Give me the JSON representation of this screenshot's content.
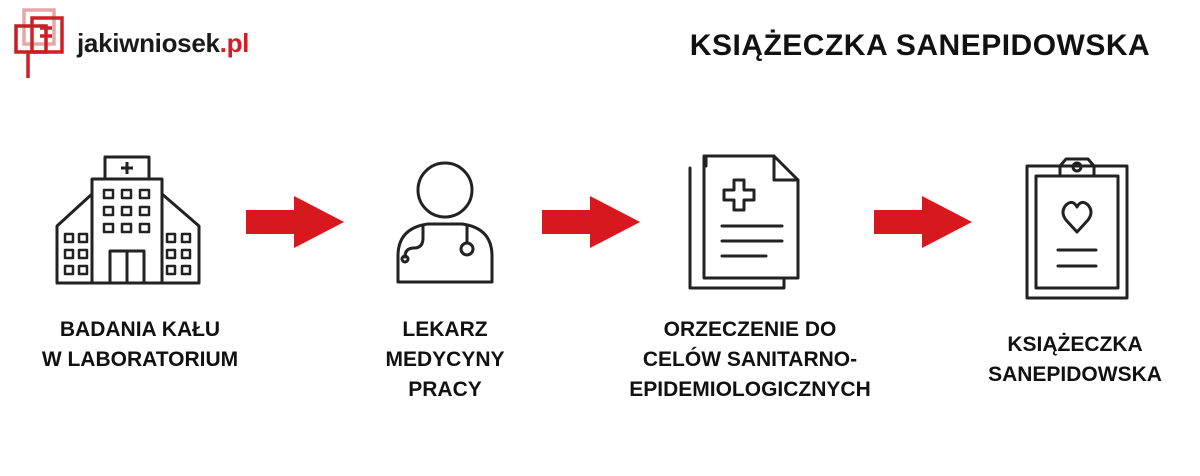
{
  "brand": {
    "name_main": "jakiwniosek",
    "name_tld": ".pl",
    "logo_color": "#d11f25"
  },
  "title": "KSIĄŻECZKA SANEPIDOWSKA",
  "arrow_color": "#d7191f",
  "steps": [
    {
      "icon": "hospital-icon",
      "label": "BADANIA KAŁU\nW LABORATORIUM"
    },
    {
      "icon": "doctor-icon",
      "label": "LEKARZ\nMEDYCYNY\nPRACY"
    },
    {
      "icon": "medical-document-icon",
      "label": "ORZECZENIE DO\nCELÓW SANITARNO-\nEPIDEMIOLOGICZNYCH"
    },
    {
      "icon": "clipboard-heart-icon",
      "label": "KSIĄŻECZKA\nSANEPIDOWSKA"
    }
  ]
}
